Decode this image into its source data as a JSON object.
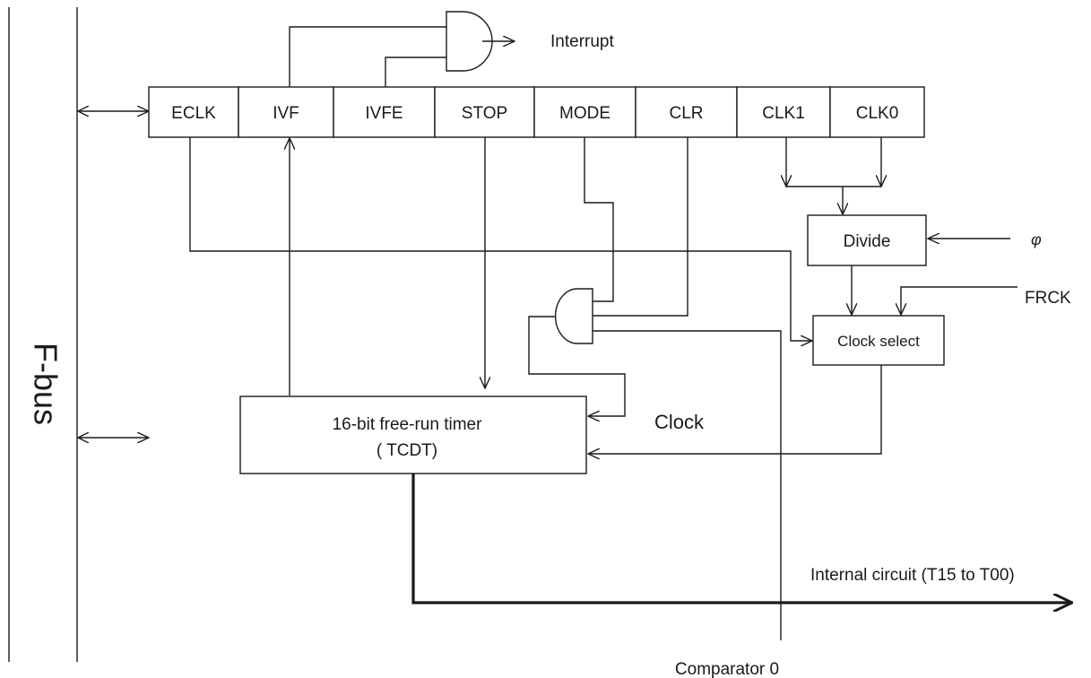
{
  "bus": {
    "label": "F-bus"
  },
  "register": {
    "bits": [
      "ECLK",
      "IVF",
      "IVFE",
      "STOP",
      "MODE",
      "CLR",
      "CLK1",
      "CLK0"
    ]
  },
  "blocks": {
    "divide": "Divide",
    "clock_select": "Clock select",
    "timer_line1": "16-bit free-run timer",
    "timer_line2": "( TCDT)"
  },
  "signals": {
    "interrupt": "Interrupt",
    "phi": "φ",
    "frck": "FRCK",
    "clock": "Clock",
    "internal": "Internal circuit (T15 to T00)",
    "comparator": "Comparator 0"
  }
}
